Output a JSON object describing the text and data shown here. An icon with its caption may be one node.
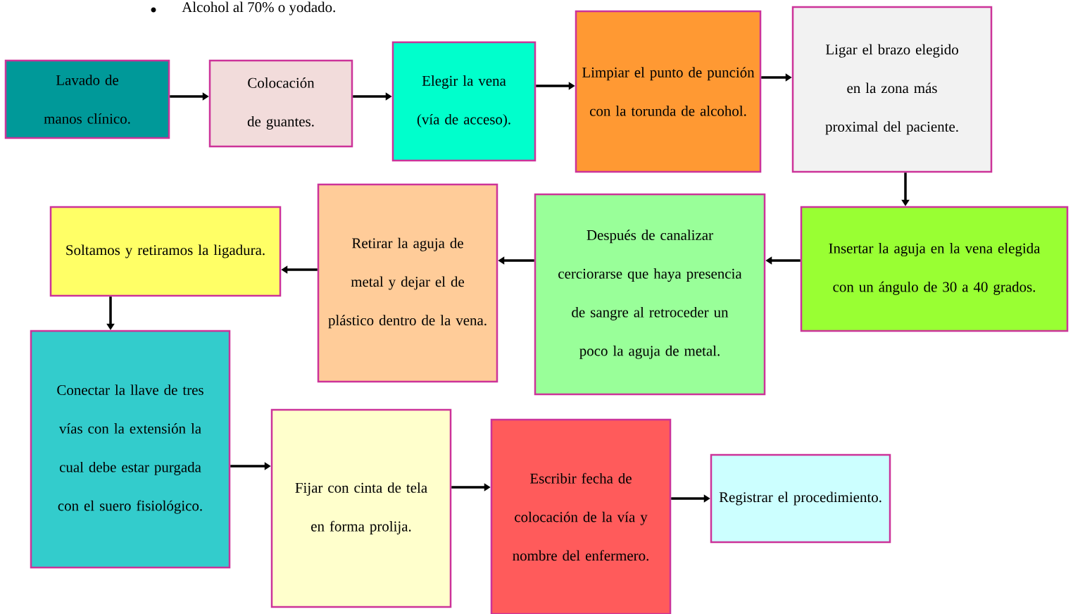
{
  "diagram": {
    "nodes": [
      {
        "text": [
          "Lavado de manos clínico."
        ]
      },
      {
        "text": [
          "Colocación de guantes."
        ]
      },
      {
        "text": [
          "Elegir la vena (vía de acceso)."
        ]
      },
      {
        "text": [
          "Limpiar el punto de punción con la torunda de alcohol."
        ]
      },
      {
        "text": [
          "Ligar el brazo elegido en la zona más proximal del paciente."
        ]
      },
      {
        "text": [
          "Insertar la aguja en la vena elegida con un ángulo de 30 a 40 grados."
        ]
      },
      {
        "text": [
          "Después de canalizar cerciorarse que haya presencia de sangre al retroceder un poco la aguja de metal."
        ]
      },
      {
        "text": [
          "Retirar la aguja de metal y dejar el de plástico dentro de la vena."
        ]
      },
      {
        "text": [
          "Soltamos y retiramos la ligadura."
        ]
      },
      {
        "text": [
          "Conectar la llave de tres vías con la extensión la cual debe estar purgada con el suero fisiológico."
        ]
      },
      {
        "text": [
          "Fijar con cinta de tela en forma prolija."
        ]
      },
      {
        "text": [
          "Escribir fecha de colocación de la vía y nombre del enfermero."
        ]
      },
      {
        "text": [
          "Registrar el procedimiento."
        ]
      }
    ],
    "edges": [
      {
        "from": 0,
        "to": 1,
        "arrow": "to"
      },
      {
        "from": 1,
        "to": 2,
        "arrow": "to"
      },
      {
        "from": 2,
        "to": 3,
        "arrow": "to"
      },
      {
        "from": 3,
        "to": 4,
        "arrow": "to"
      },
      {
        "from": 4,
        "to": 5,
        "arrow": "to"
      },
      {
        "from": 5,
        "to": 6,
        "arrow": "to"
      },
      {
        "from": 6,
        "to": 7,
        "arrow": "to"
      },
      {
        "from": 7,
        "to": 8,
        "arrow": "to"
      },
      {
        "from": 8,
        "to": 9,
        "arrow": "to"
      },
      {
        "from": 9,
        "to": 10,
        "arrow": "to"
      },
      {
        "from": 10,
        "to": 11,
        "arrow": "to"
      },
      {
        "from": 11,
        "to": 12,
        "arrow": "to"
      }
    ],
    "labels": [
      "Alcohol al 70% o yodado."
    ]
  }
}
